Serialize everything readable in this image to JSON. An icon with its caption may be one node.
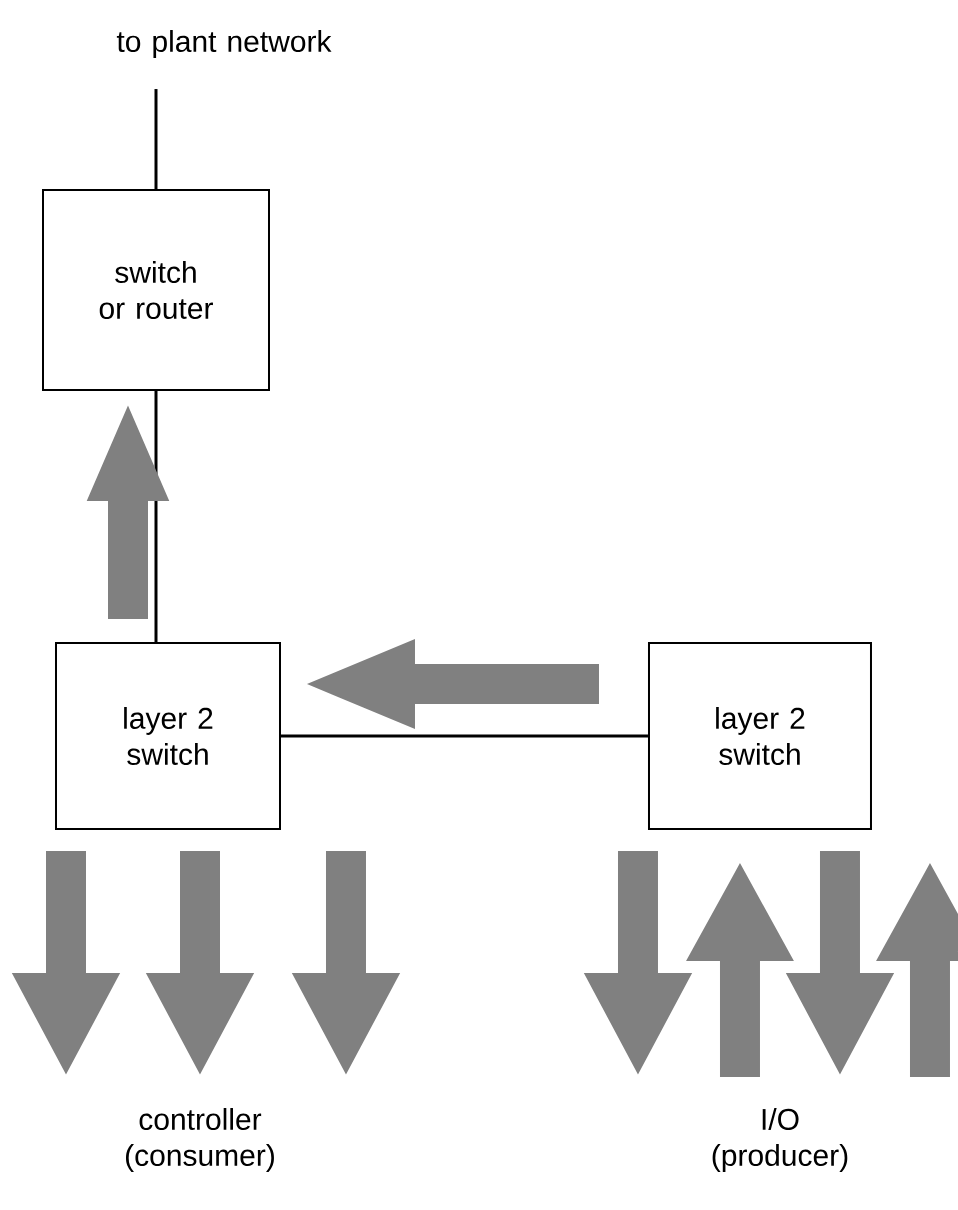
{
  "diagram": {
    "nodes": [
      {
        "text": [
          "to plant network"
        ]
      },
      {
        "text": [
          "switch or router"
        ]
      },
      {
        "text": [
          "layer 2 switch"
        ]
      },
      {
        "text": [
          "layer 2 switch"
        ]
      },
      {
        "text": [
          "controller (consumer)"
        ]
      },
      {
        "text": [
          "I/O (producer)"
        ]
      }
    ],
    "edges": [
      {
        "from": 0,
        "to": 1,
        "arrow": "none",
        "color": "#000000"
      },
      {
        "from": 1,
        "to": 2,
        "arrow": "none",
        "color": "#000000"
      },
      {
        "from": 2,
        "to": 3,
        "arrow": "none",
        "color": "#000000"
      },
      {
        "from": 2,
        "to": 1,
        "arrow": "to"
      },
      {
        "from": 3,
        "to": 2,
        "arrow": "to"
      },
      {
        "from": 2,
        "to": 4,
        "arrow": "to"
      },
      {
        "from": 2,
        "to": 4,
        "arrow": "to"
      },
      {
        "from": 2,
        "to": 4,
        "arrow": "to"
      },
      {
        "from": 3,
        "to": 5,
        "arrow": "to"
      },
      {
        "from": 5,
        "to": 3,
        "arrow": "to"
      },
      {
        "from": 3,
        "to": 5,
        "arrow": "to"
      },
      {
        "from": 5,
        "to": 3,
        "arrow": "to"
      }
    ]
  }
}
